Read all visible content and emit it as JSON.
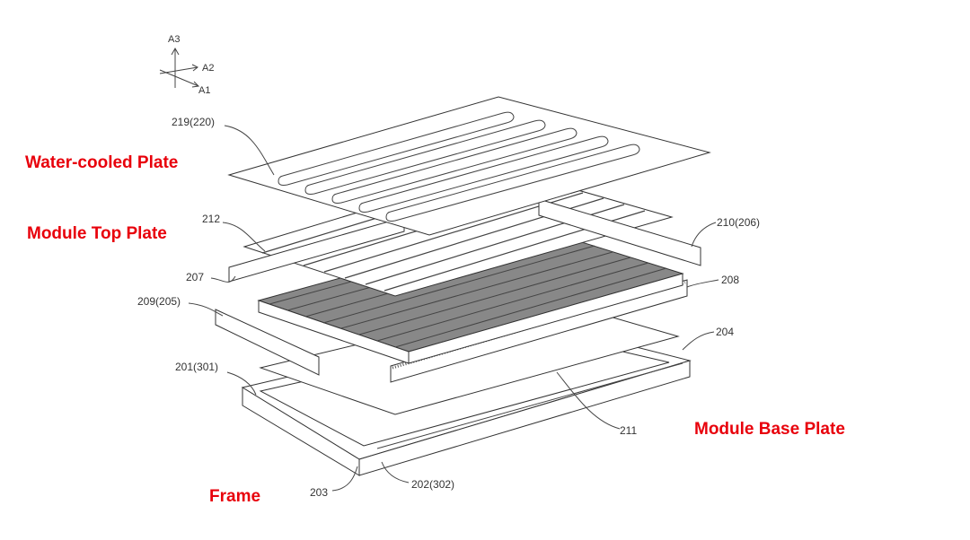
{
  "axes": {
    "a3": "A3",
    "a2": "A2",
    "a1": "A1"
  },
  "callouts": {
    "water_cooled_plate": "Water-cooled Plate",
    "module_top_plate": "Module Top Plate",
    "module_base_plate": "Module Base Plate",
    "frame": "Frame"
  },
  "refs": {
    "r219": "219(220)",
    "r212": "212",
    "r210": "210(206)",
    "r207": "207",
    "r208": "208",
    "r209": "209(205)",
    "r204": "204",
    "r201": "201(301)",
    "r211": "211",
    "r203": "203",
    "r202": "202(302)"
  },
  "colors": {
    "callout": "#e8000b",
    "line": "#333333"
  }
}
